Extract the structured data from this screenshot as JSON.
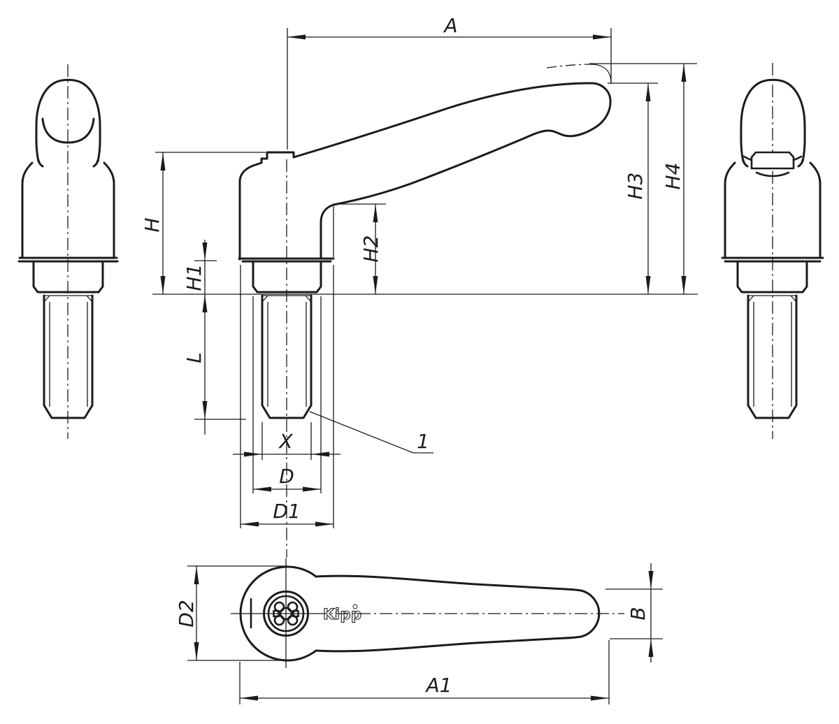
{
  "drawing": {
    "type": "technical-drawing",
    "part": "adjustable-clamping-lever",
    "colors": {
      "line": "#1b1b1b",
      "background": "#ffffff"
    },
    "dimension_labels": {
      "A": "A",
      "H": "H",
      "H1": "H1",
      "H2": "H2",
      "H3": "H3",
      "H4": "H4",
      "L": "L",
      "X": "X",
      "D": "D",
      "D1": "D1",
      "D2": "D2",
      "A1": "A1",
      "B": "B"
    },
    "callouts": {
      "item_1": "1"
    },
    "brand": {
      "logo_text": "Kipp"
    }
  }
}
